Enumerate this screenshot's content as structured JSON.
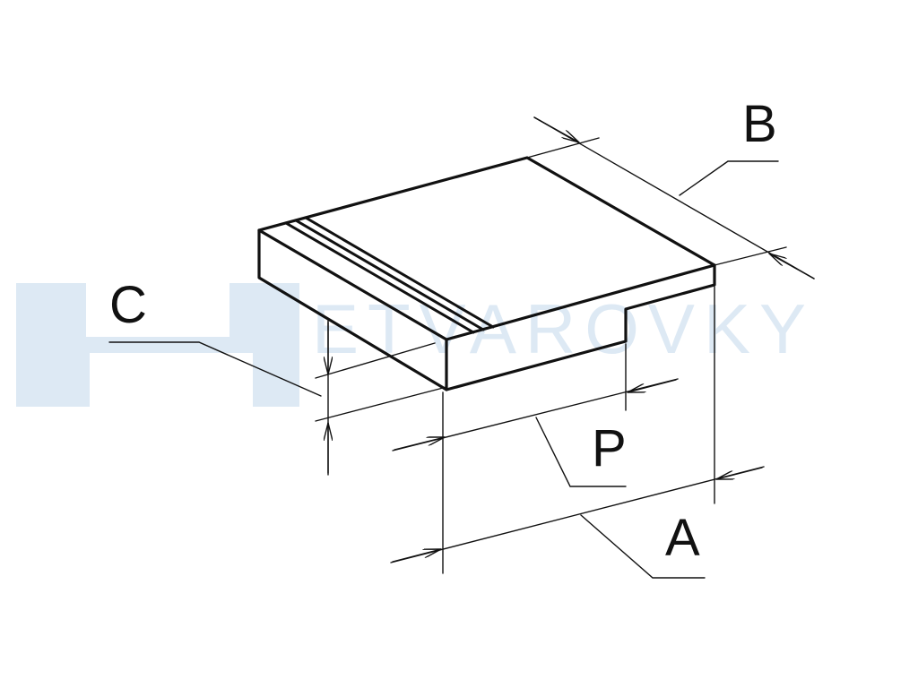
{
  "watermark": {
    "text": "ETVAROVKY",
    "color": "#dde9f4"
  },
  "labels": {
    "A": "A",
    "B": "B",
    "C": "C",
    "P": "P"
  },
  "colors": {
    "line": "#111111",
    "label": "#111111"
  }
}
